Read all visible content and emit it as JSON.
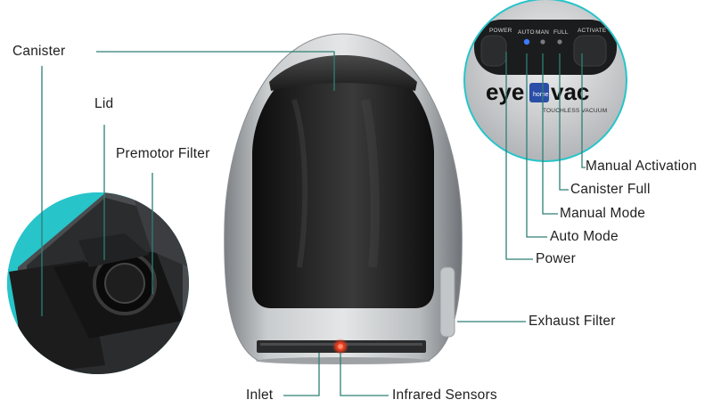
{
  "callouts": {
    "canister": "Canister",
    "lid": "Lid",
    "premotor_filter": "Premotor Filter",
    "exhaust_filter": "Exhaust Filter",
    "inlet": "Inlet",
    "infrared_sensors": "Infrared Sensors",
    "manual_activation": "Manual Activation",
    "canister_full": "Canister Full",
    "manual_mode": "Manual Mode",
    "auto_mode": "Auto Mode",
    "power": "Power"
  },
  "control_panel": {
    "power_label": "POWER",
    "auto_label": "AUTO",
    "man_label": "MAN",
    "full_label": "FULL",
    "activate_label": "ACTIVATE",
    "brand_eye": "eye",
    "brand_vac": "vac",
    "brand_badge": "home",
    "brand_tagline": "TOUCHLESS VACUUM"
  },
  "colors": {
    "accent_cyan": "#27c4c9",
    "leader_line": "#2e7f76",
    "silver_shell": "#b9bcbf",
    "dark_window": "#1a1a1a",
    "infrared_led": "#e23a1e"
  }
}
